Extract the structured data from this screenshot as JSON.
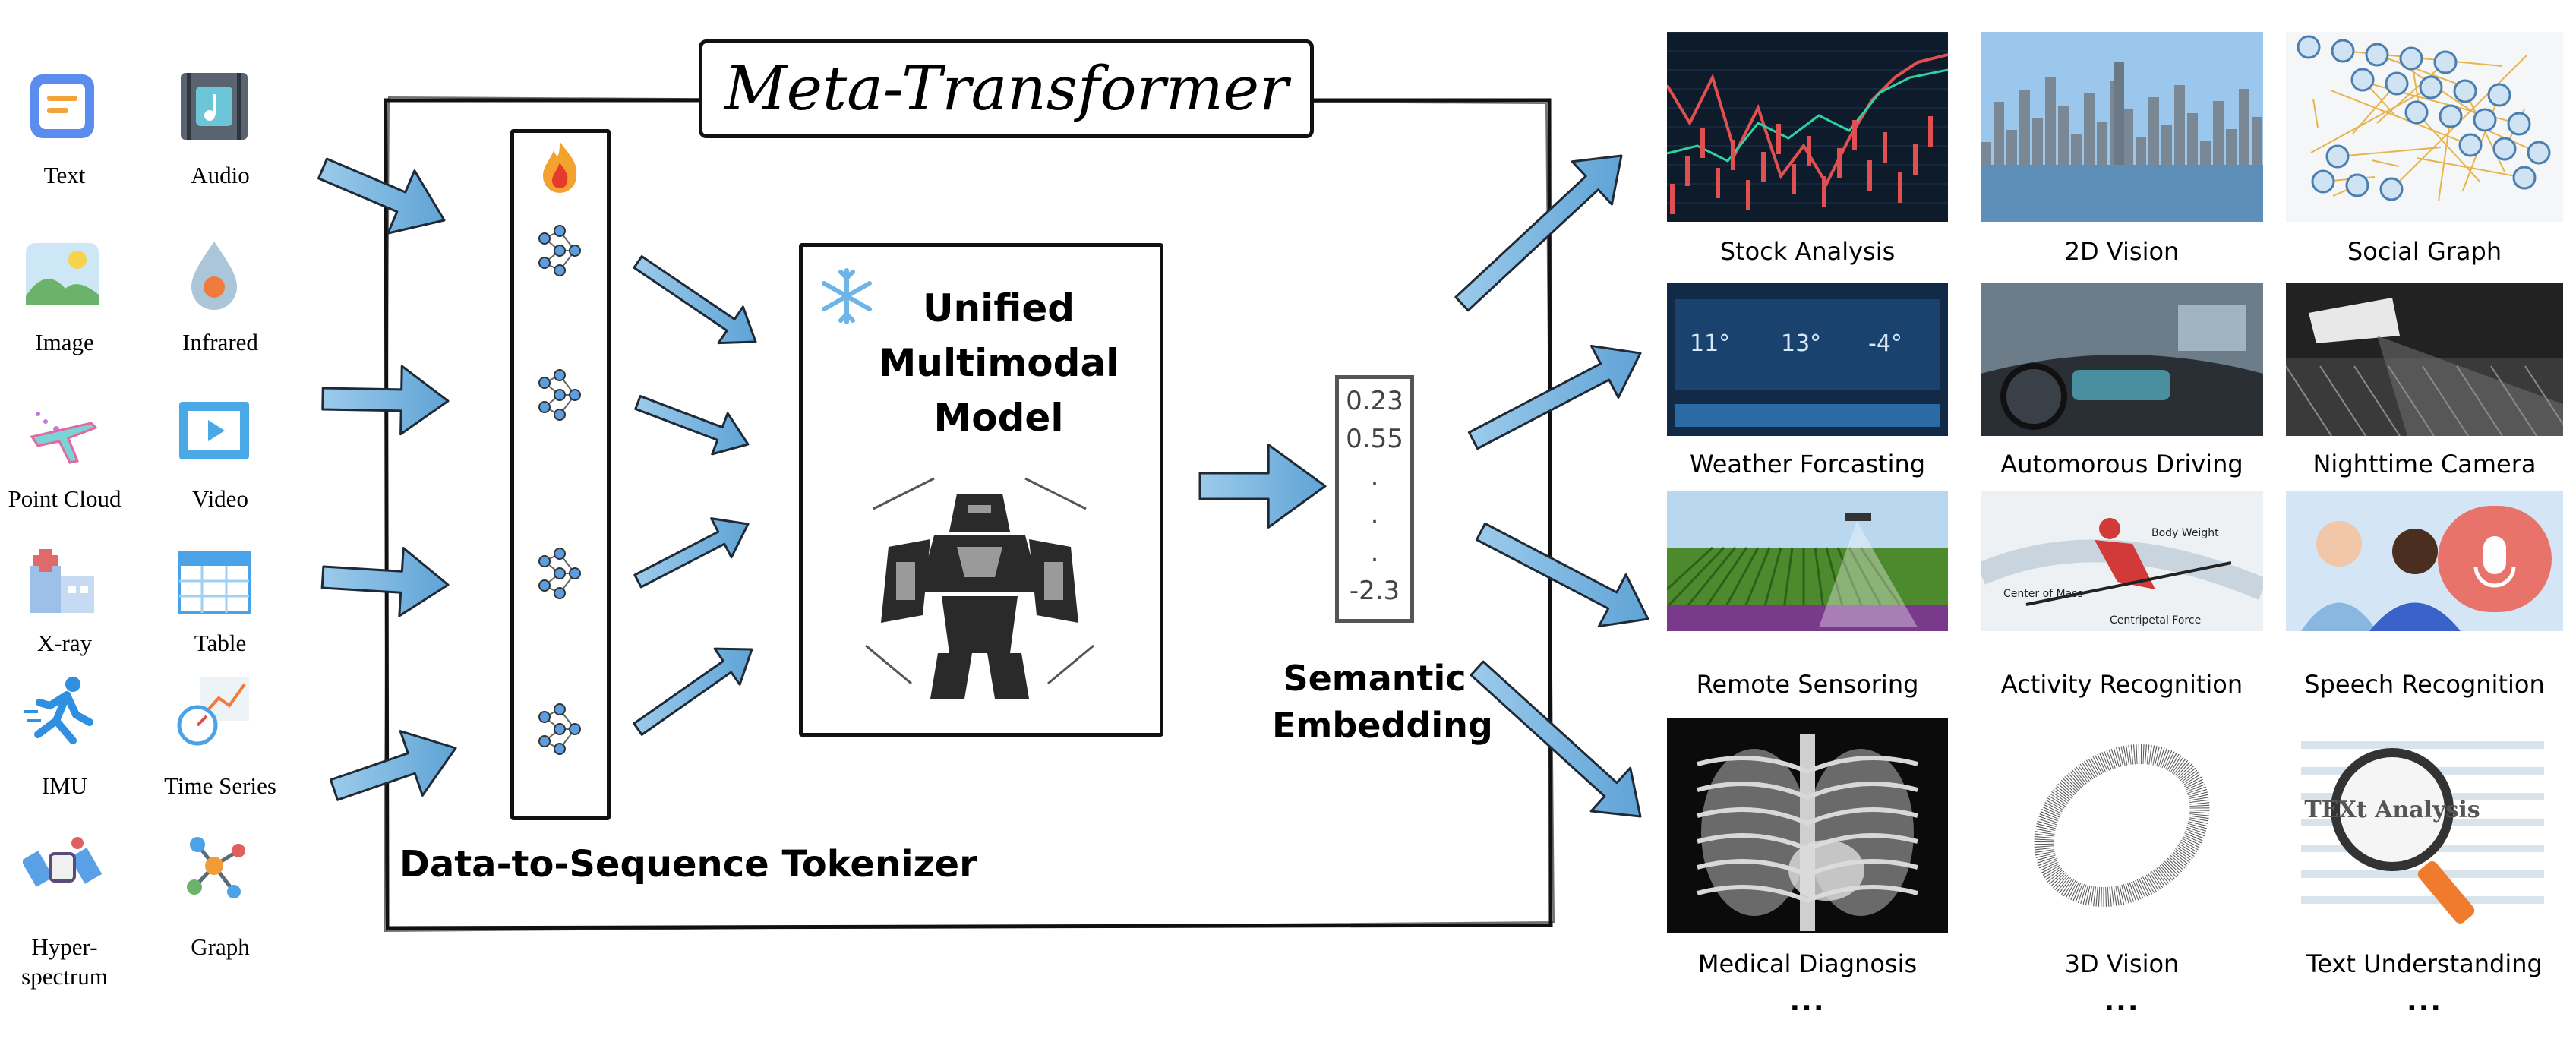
{
  "title": "Meta-Transformer",
  "tokenizer_label": "Data-to-Sequence Tokenizer",
  "model_label": [
    "Unified",
    "Multimodal",
    "Model"
  ],
  "embedding_label": [
    "Semantic",
    "Embedding"
  ],
  "embedding_values": [
    "0.23",
    "0.55",
    ".",
    ".",
    ".",
    "-2.3"
  ],
  "tokenizer_icons": [
    "fire-icon",
    "network-icon",
    "network-icon",
    "network-icon",
    "network-icon"
  ],
  "model_icon": "snowflake-icon",
  "modalities": [
    {
      "label": "Text",
      "icon": "text-document-icon"
    },
    {
      "label": "Audio",
      "icon": "music-file-icon"
    },
    {
      "label": "Image",
      "icon": "landscape-image-icon"
    },
    {
      "label": "Infrared",
      "icon": "thermal-drop-icon"
    },
    {
      "label": "Point Cloud",
      "icon": "airplane-point-cloud-icon"
    },
    {
      "label": "Video",
      "icon": "video-play-icon"
    },
    {
      "label": "X-ray",
      "icon": "hospital-icon"
    },
    {
      "label": "Table",
      "icon": "table-grid-icon"
    },
    {
      "label": "IMU",
      "icon": "running-person-icon"
    },
    {
      "label": "Time Series",
      "icon": "compass-chart-icon"
    },
    {
      "label": "Hyper-\nspectrum",
      "icon": "satellite-icon"
    },
    {
      "label": "Graph",
      "icon": "graph-nodes-icon"
    }
  ],
  "applications": [
    {
      "label": "Stock Analysis"
    },
    {
      "label": "2D Vision"
    },
    {
      "label": "Social Graph"
    },
    {
      "label": "Weather Forcasting"
    },
    {
      "label": "Automorous Driving"
    },
    {
      "label": "Nighttime Camera"
    },
    {
      "label": "Remote Sensoring"
    },
    {
      "label": "Activity Recognition"
    },
    {
      "label": "Speech Recognition"
    },
    {
      "label": "Medical Diagnosis"
    },
    {
      "label": "3D Vision"
    },
    {
      "label": "Text Understanding"
    }
  ],
  "ellipsis": "...",
  "tile_texts": {
    "weather_temps": [
      "11°",
      "13°",
      "-4°"
    ],
    "speed_chart_labels": [
      "Body Weight",
      "Center of Mass",
      "Centripetal Force"
    ],
    "text_analysis_word": "TEXt Analysis"
  },
  "colors": {
    "arrow_fill": "#7fb7e0",
    "arrow_stroke": "#1f2a36",
    "frame": "#111111"
  }
}
